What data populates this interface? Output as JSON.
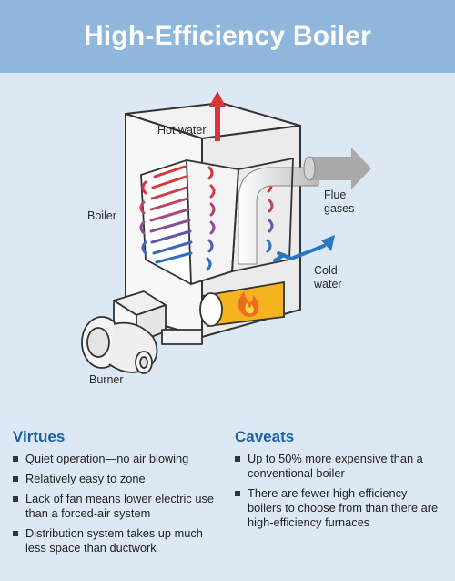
{
  "title": "High-Efficiency Boiler",
  "labels": {
    "hot_water": "Hot water",
    "boiler": "Boiler",
    "flue_gases": "Flue\ngases",
    "cold_water": "Cold\nwater",
    "burner": "Burner"
  },
  "virtues": {
    "heading": "Virtues",
    "items": [
      "Quiet operation—no air blowing",
      "Relatively easy to zone",
      "Lack of fan means lower electric use than a forced-air system",
      "Distribution system takes up much less space than ductwork"
    ]
  },
  "caveats": {
    "heading": "Caveats",
    "items": [
      "Up to 50% more expensive than a conventional boiler",
      "There are fewer high-efficiency boilers to choose from than there are high-efficiency furnaces"
    ]
  },
  "colors": {
    "header_bg": "#8fb7dc",
    "page_bg": "#dce9f4",
    "hot": "#d9343a",
    "cold": "#2878c0",
    "flame": "#f5b41e",
    "heading": "#1b5fa8"
  }
}
